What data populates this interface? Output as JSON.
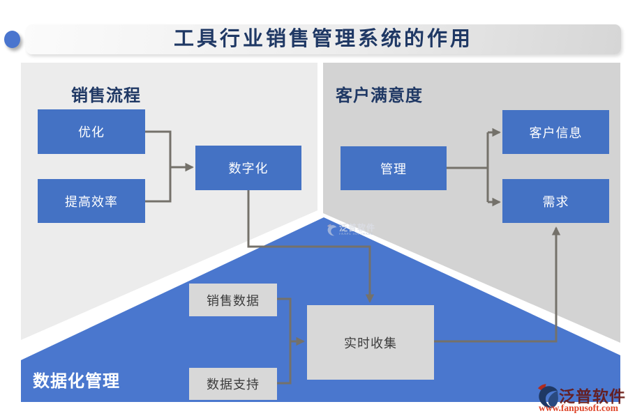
{
  "title": "工具行业销售管理系统的作用",
  "sections": {
    "sales_process": {
      "heading": "销售流程",
      "boxes": {
        "optimize": "优化",
        "efficiency": "提高效率",
        "digitalization": "数字化"
      }
    },
    "customer_satisfaction": {
      "heading": "客户满意度",
      "boxes": {
        "management": "管理",
        "customer_info": "客户信息",
        "demand": "需求"
      }
    },
    "data_management": {
      "heading": "数据化管理",
      "boxes": {
        "sales_data": "销售数据",
        "data_support": "数据支持",
        "realtime_collection": "实时收集"
      }
    }
  },
  "watermarks": {
    "center": {
      "brand": "泛普软件",
      "caption": "FANPU SOFTWARE"
    },
    "corner": {
      "brand": "泛普软件",
      "url": "www.fanpusoft.com"
    }
  },
  "colors": {
    "accent_blue": "#4472c4",
    "triangle_blue": "#4a77ce",
    "heading_navy": "#1f3864",
    "panel_left_gray": "#ececec",
    "panel_right_gray": "#d3d3d3",
    "box_gray": "#d8d8d8",
    "connector_gray": "#74716a",
    "brand_maroon": "#68150e",
    "brand_red": "#dd4327"
  }
}
